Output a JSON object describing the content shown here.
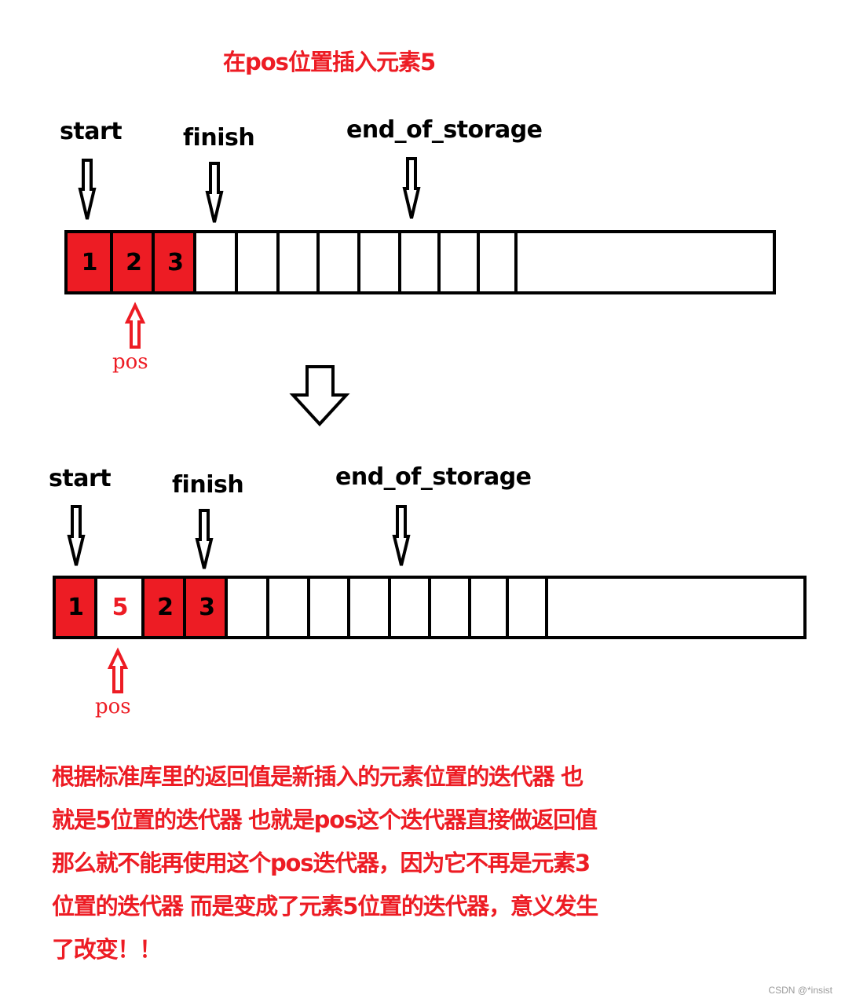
{
  "title": "在pos位置插入元素5",
  "before": {
    "pointers": {
      "start": "start",
      "finish": "finish",
      "end_of_storage": "end_of_storage",
      "pos": "pos"
    },
    "cells": [
      {
        "value": "1",
        "filled": true
      },
      {
        "value": "2",
        "filled": true
      },
      {
        "value": "3",
        "filled": true
      },
      {
        "value": "",
        "filled": false
      },
      {
        "value": "",
        "filled": false
      },
      {
        "value": "",
        "filled": false
      },
      {
        "value": "",
        "filled": false
      },
      {
        "value": "",
        "filled": false
      },
      {
        "value": "",
        "filled": false
      },
      {
        "value": "",
        "filled": false
      },
      {
        "value": "",
        "filled": false
      },
      {
        "value": "",
        "filled": false
      }
    ]
  },
  "after": {
    "pointers": {
      "start": "start",
      "finish": "finish",
      "end_of_storage": "end_of_storage",
      "pos": "pos"
    },
    "cells": [
      {
        "value": "1",
        "filled": true
      },
      {
        "value": "5",
        "filled": false,
        "highlight": true
      },
      {
        "value": "2",
        "filled": true
      },
      {
        "value": "3",
        "filled": true
      },
      {
        "value": "",
        "filled": false
      },
      {
        "value": "",
        "filled": false
      },
      {
        "value": "",
        "filled": false
      },
      {
        "value": "",
        "filled": false
      },
      {
        "value": "",
        "filled": false
      },
      {
        "value": "",
        "filled": false
      },
      {
        "value": "",
        "filled": false
      },
      {
        "value": "",
        "filled": false
      },
      {
        "value": "",
        "filled": false
      }
    ]
  },
  "note": {
    "lines": [
      "根据标准库里的返回值是新插入的元素位置的迭代器 也",
      "就是5位置的迭代器 也就是pos这个迭代器直接做返回值",
      "那么就不能再使用这个pos迭代器，因为它不再是元素3",
      "位置的迭代器 而是变成了元素5位置的迭代器，意义发生",
      "了改变！！"
    ]
  },
  "watermark": "CSDN @*insist",
  "colors": {
    "accent_red": "#ed1c24",
    "outline": "#000000"
  },
  "icons": {
    "pointer_arrow": "hollow-down-arrow",
    "pos_arrow": "hollow-up-arrow-red",
    "transition_arrow": "large-hollow-down-arrow"
  }
}
